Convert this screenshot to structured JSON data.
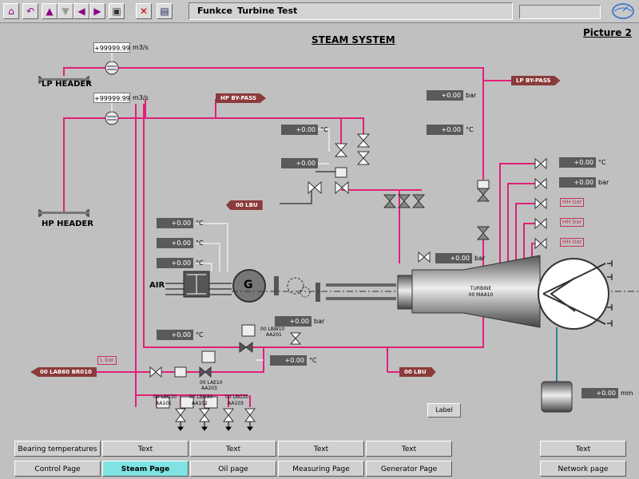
{
  "toolbar": {
    "menu": [
      "Funkce",
      "Turbine",
      "Test"
    ]
  },
  "title": "STEAM SYSTEM",
  "picture": "Picture 2",
  "headers": {
    "lp": "LP HEADER",
    "hp": "HP HEADER"
  },
  "flow": [
    {
      "value": "+99999.99",
      "unit": "m3/s"
    },
    {
      "value": "+99999.99",
      "unit": "m3/s"
    }
  ],
  "tags": {
    "hp_bypass": "HP BY-PASS",
    "lp_bypass": "LP BY-PASS",
    "lbu1": "00 LBU",
    "lbu2": "00 LBU",
    "lab": "00 LAB60 BR010"
  },
  "readings": {
    "v1": "+0.00",
    "v1u": "°C",
    "v2": "+0.00",
    "v3": "+0.00",
    "v3u": "bar",
    "v4": "+0.00",
    "v4u": "°C",
    "r1": "+0.00",
    "r1u": "°C",
    "r2": "+0.00",
    "r2u": "bar",
    "hh1": "HH bar",
    "hh2": "HH bar",
    "hh3": "HH bar",
    "g1": "+0.00",
    "g1u": "°C",
    "g2": "+0.00",
    "g2u": "°C",
    "g3": "+0.00",
    "g3u": "°C",
    "tb": "+0.00",
    "tbu": "bar",
    "b1": "+0.00",
    "b1u": "°C",
    "b2": "+0.00",
    "b2u": "bar",
    "b3": "+0.00",
    "b3u": "°C",
    "mm": "+0.00",
    "mmu": "mm",
    "lbar": "L bar"
  },
  "labels": {
    "air": "AIR",
    "gen": "G",
    "turbine": "TURBINE",
    "turbine_id": "00 MAA10",
    "v_lbw": "00 LBW10",
    "v_lbw2": "AA201",
    "v_lae": "00 LAE10",
    "v_lae2": "AA203",
    "d1": "00 LBG30",
    "d1b": "AA101",
    "d2": "00 LBG30",
    "d2b": "AA102",
    "d3": "00 LBG30",
    "d3b": "AA103",
    "label_btn": "Label"
  },
  "nav_top": [
    "Bearing temperatures trend",
    "Text",
    "Text",
    "Text",
    "Text",
    "Text"
  ],
  "nav_bottom": [
    "Control Page",
    "Steam Page",
    "Oil page",
    "Measuring Page",
    "Generator Page",
    "Network page"
  ],
  "colors": {
    "pipe": "#e0207a",
    "tag": "#8b3a3a",
    "active": "#7fe3e3"
  }
}
